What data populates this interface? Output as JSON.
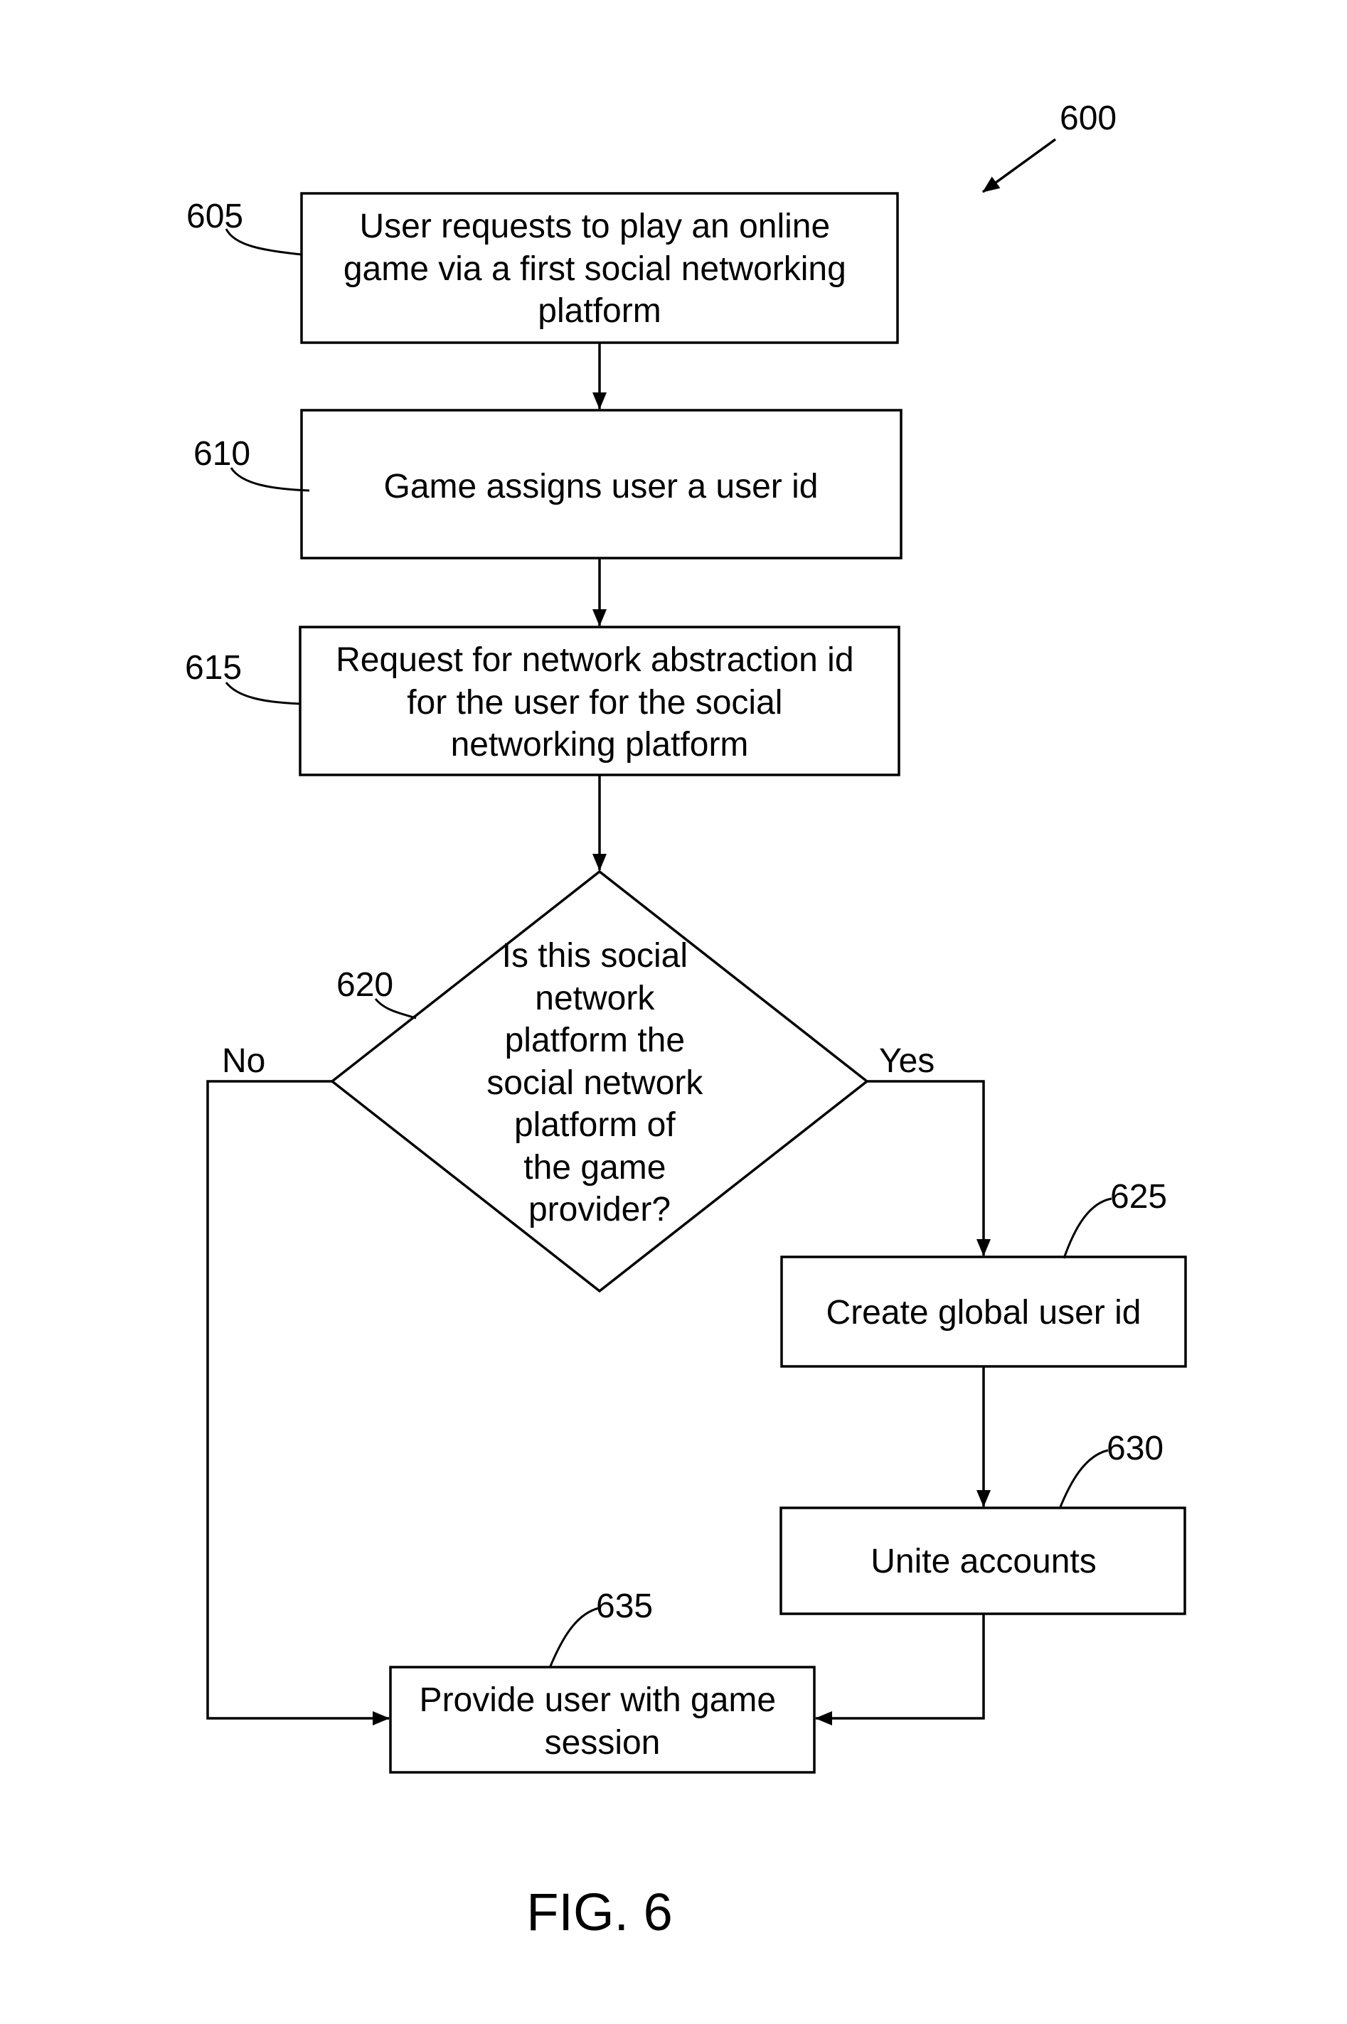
{
  "figure": {
    "ref_main": "600",
    "caption": "FIG. 6"
  },
  "steps": {
    "s605": {
      "ref": "605",
      "lines": [
        "User requests to play an online",
        "game via a first social networking",
        "platform"
      ]
    },
    "s610": {
      "ref": "610",
      "lines": [
        "Game assigns user a user id"
      ]
    },
    "s615": {
      "ref": "615",
      "lines": [
        "Request for network abstraction id",
        "for the user for the social",
        "networking platform"
      ]
    },
    "s620": {
      "ref": "620",
      "lines": [
        "Is this social",
        "network",
        "platform the",
        "social network",
        "platform of",
        "the game",
        "provider?"
      ]
    },
    "s625": {
      "ref": "625",
      "lines": [
        "Create global user id"
      ]
    },
    "s630": {
      "ref": "630",
      "lines": [
        "Unite accounts"
      ]
    },
    "s635": {
      "ref": "635",
      "lines": [
        "Provide user with game",
        "session"
      ]
    }
  },
  "branches": {
    "no": "No",
    "yes": "Yes"
  }
}
